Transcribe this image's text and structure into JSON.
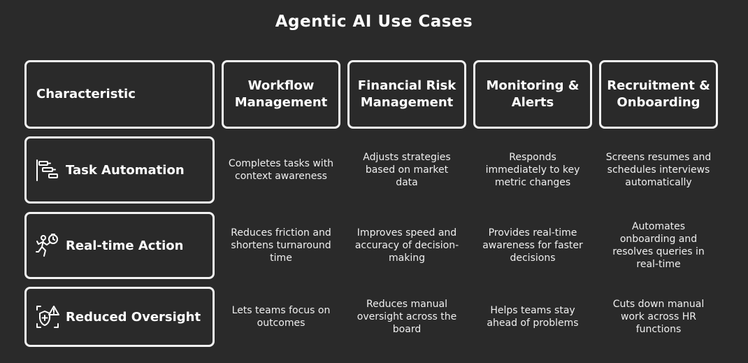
{
  "title": "Agentic AI Use Cases",
  "header": {
    "characteristic": "Characteristic",
    "columns": [
      "Workflow Management",
      "Financial Risk Management",
      "Monitoring & Alerts",
      "Recruitment & Onboarding"
    ]
  },
  "rows": [
    {
      "label": "Task Automation",
      "icon": "task-timeline-icon",
      "cells": [
        "Completes tasks with context awareness",
        "Adjusts strategies based on market data",
        "Responds immediately to key metric changes",
        "Screens resumes and schedules interviews automatically"
      ]
    },
    {
      "label": "Real-time Action",
      "icon": "running-timer-icon",
      "cells": [
        "Reduces friction and shortens turnaround time",
        "Improves speed and accuracy of decision-making",
        "Provides real-time awareness for faster decisions",
        "Automates onboarding and resolves queries in real-time"
      ]
    },
    {
      "label": "Reduced Oversight",
      "icon": "shield-alert-icon",
      "cells": [
        "Lets teams focus on outcomes",
        "Reduces manual oversight across the board",
        "Helps teams stay ahead of problems",
        "Cuts down manual work across HR functions"
      ]
    }
  ]
}
